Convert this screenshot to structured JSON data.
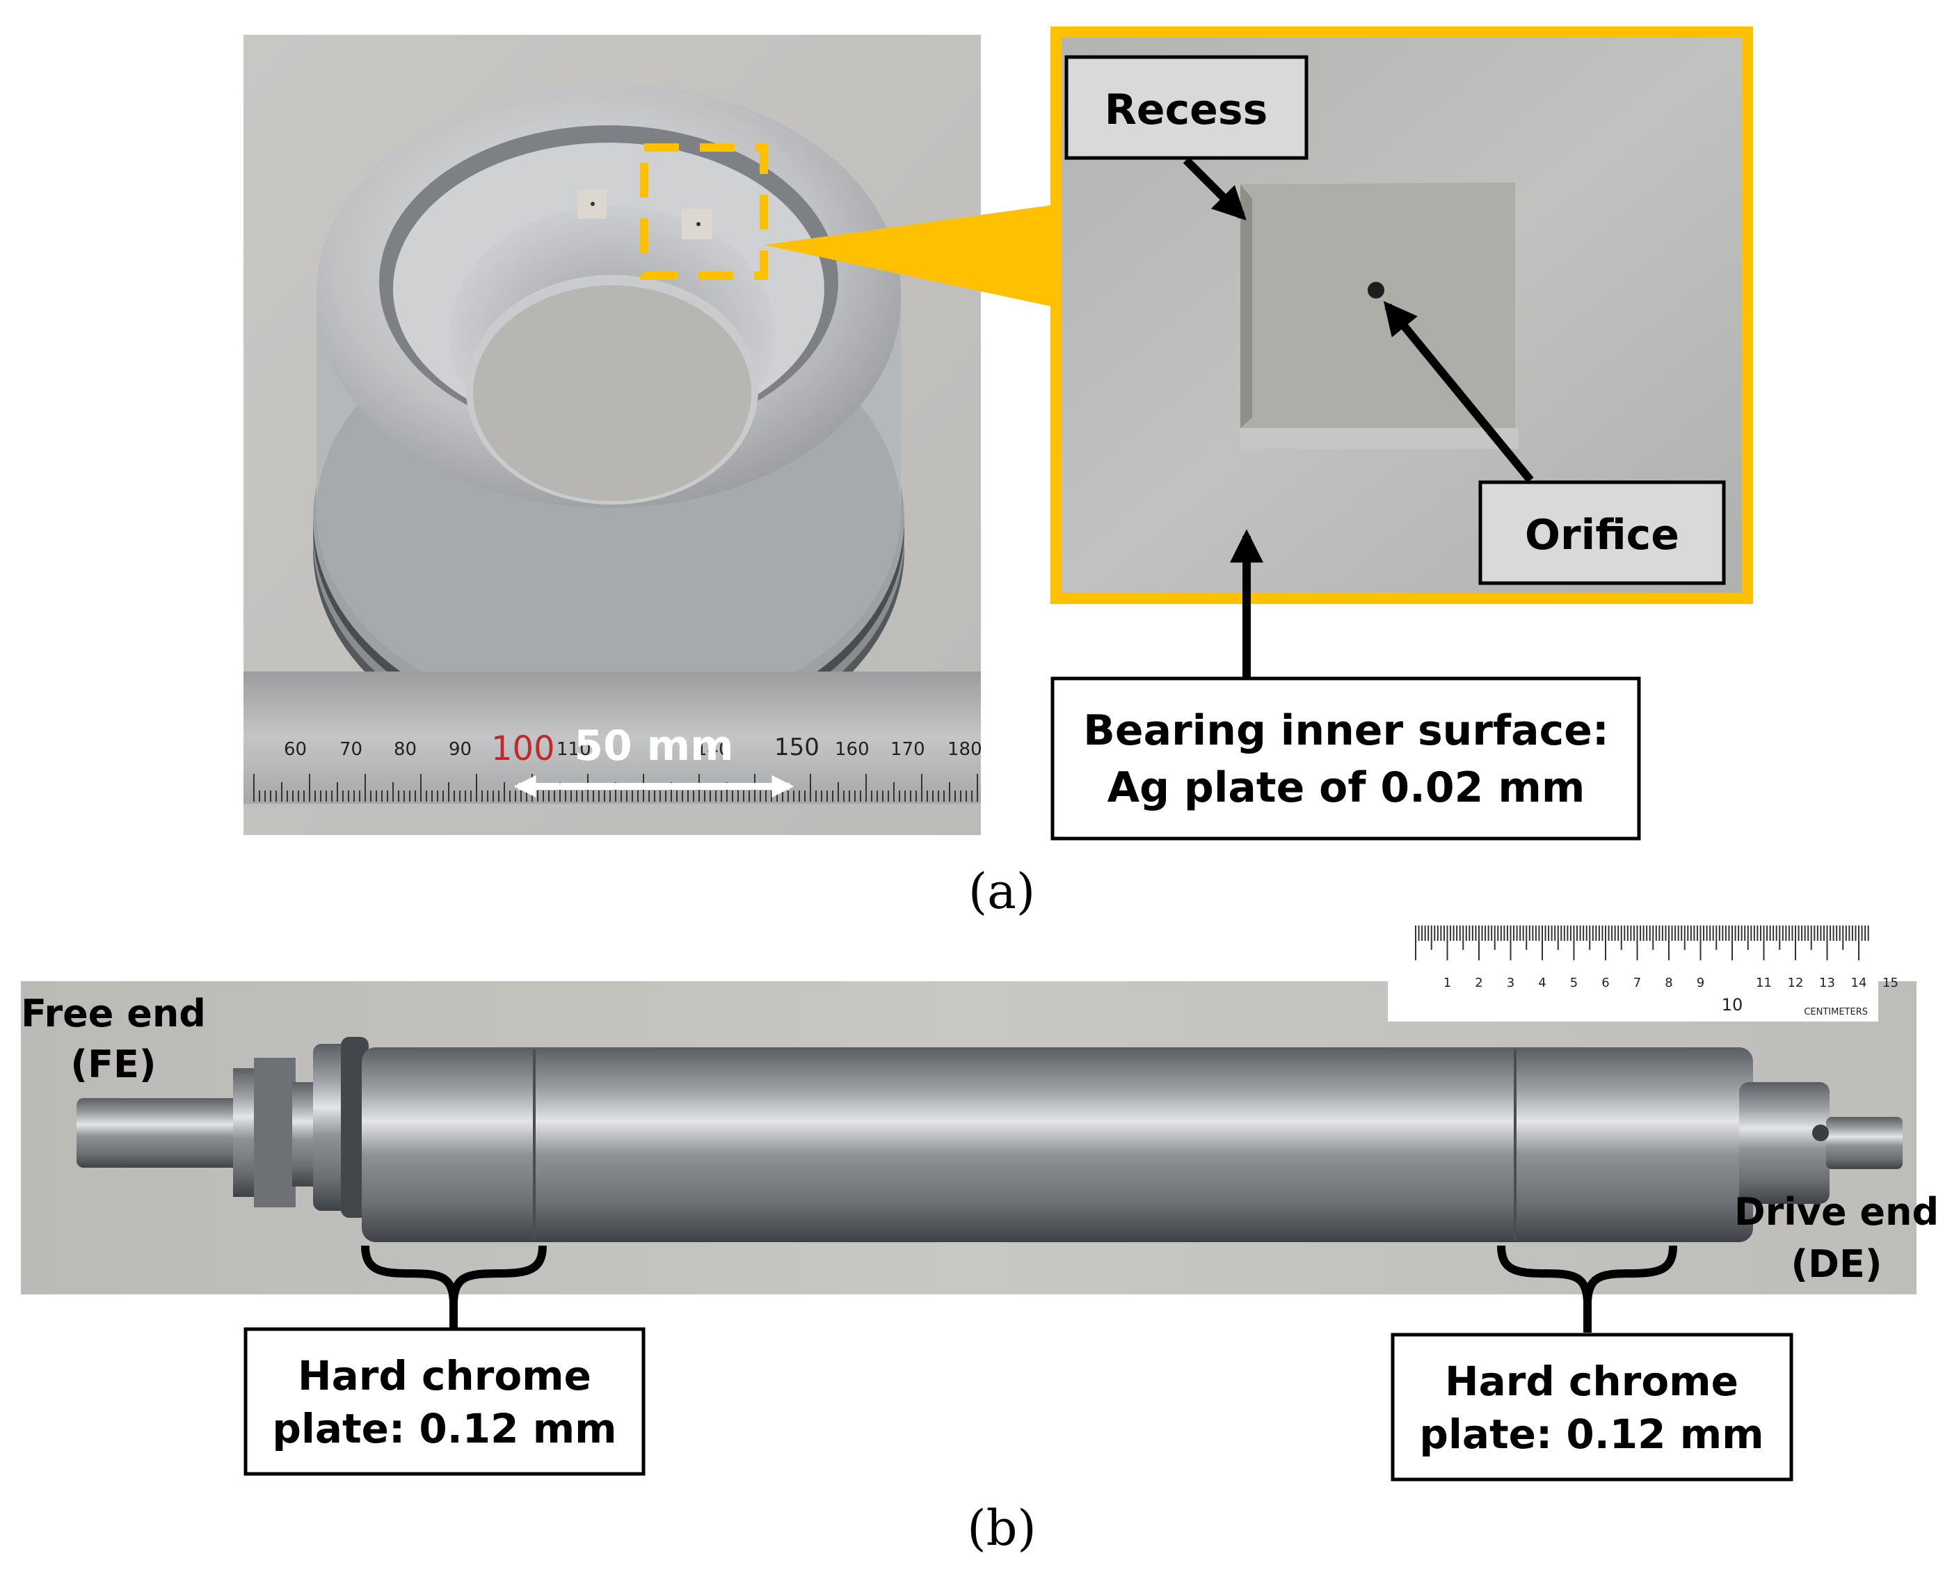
{
  "colors": {
    "highlight": "#FFC000",
    "label_box": "#ffffff",
    "callout_box": "#d9d9d9"
  },
  "panel_a": {
    "ruler_numbers": [
      "60",
      "70",
      "80",
      "90",
      "100",
      "110",
      "140",
      "150",
      "160",
      "170",
      "180"
    ],
    "scale_text": "50 mm",
    "recess_label": "Recess",
    "orifice_label": "Orifice",
    "surface_line1": "Bearing inner surface:",
    "surface_line2": "Ag plate of 0.02 mm",
    "caption": "(a)"
  },
  "panel_b": {
    "ruler_numbers": [
      "1",
      "2",
      "3",
      "4",
      "5",
      "6",
      "7",
      "8",
      "9",
      "10",
      "11",
      "12",
      "13",
      "14",
      "15"
    ],
    "ruler_unit": "CENTIMETERS",
    "fe_line1": "Free end",
    "fe_line2": "(FE)",
    "de_line1": "Drive end",
    "de_line2": "(DE)",
    "left_plate_line1": "Hard chrome",
    "left_plate_line2": "plate: 0.12 mm",
    "right_plate_line1": "Hard chrome",
    "right_plate_line2": "plate: 0.12 mm",
    "caption": "(b)"
  }
}
